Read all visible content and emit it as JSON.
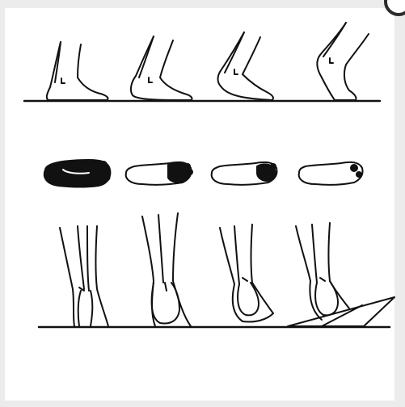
{
  "diagram": {
    "stroke_color": "#111111",
    "fill_dark": "#111111",
    "background": "#ffffff",
    "rows": [
      {
        "name": "side-view",
        "count": 4
      },
      {
        "name": "footprints",
        "count": 4
      },
      {
        "name": "rear-view",
        "count": 4
      }
    ]
  }
}
